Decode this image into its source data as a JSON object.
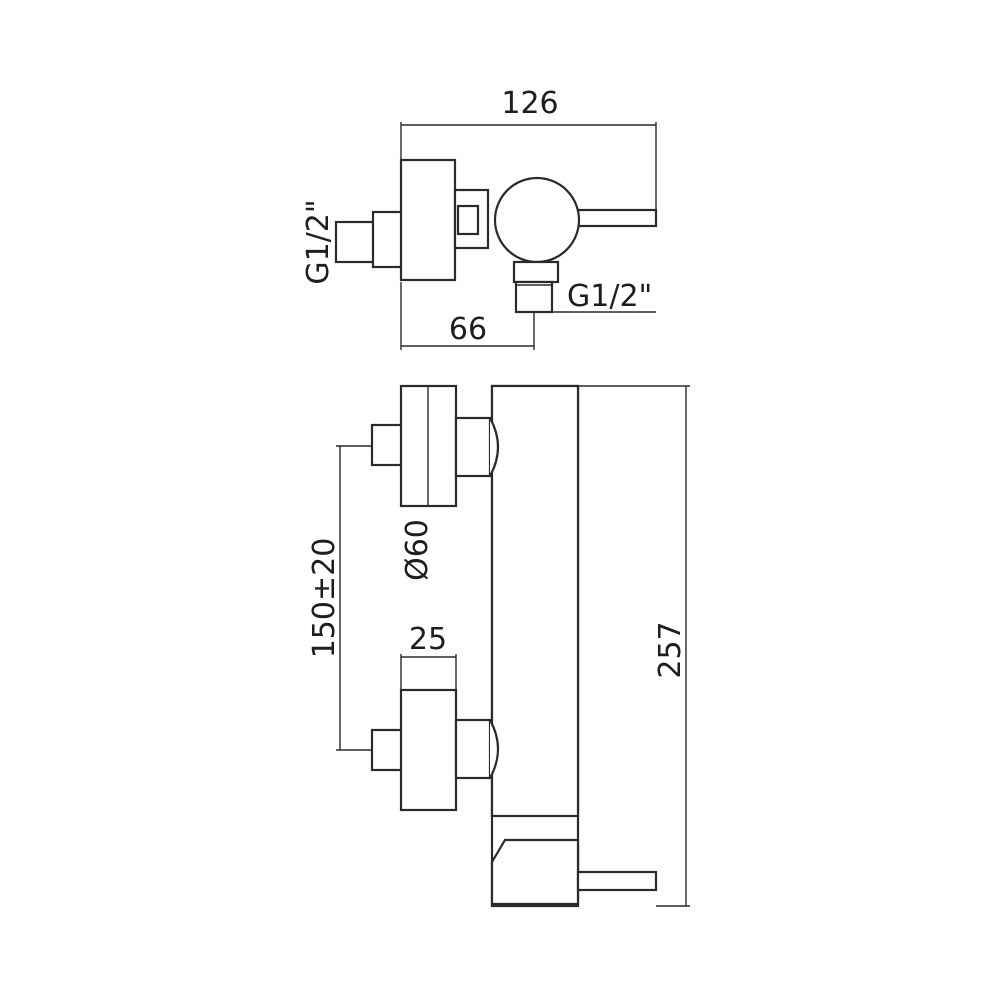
{
  "drawing": {
    "title": "Wall-mounted shower mixer – technical drawing",
    "colors": {
      "line": "#2a2a2a",
      "text": "#1e1e1e",
      "background": "#ffffff"
    },
    "top_view": {
      "dim_width": "126",
      "dim_inlet_offset": "66",
      "thread_inlet": "G1/2\"",
      "thread_outlet": "G1/2\""
    },
    "side_view": {
      "dim_centres": "150±20",
      "dim_diameter": "Ø60",
      "dim_depth": "25",
      "dim_height": "257"
    }
  }
}
